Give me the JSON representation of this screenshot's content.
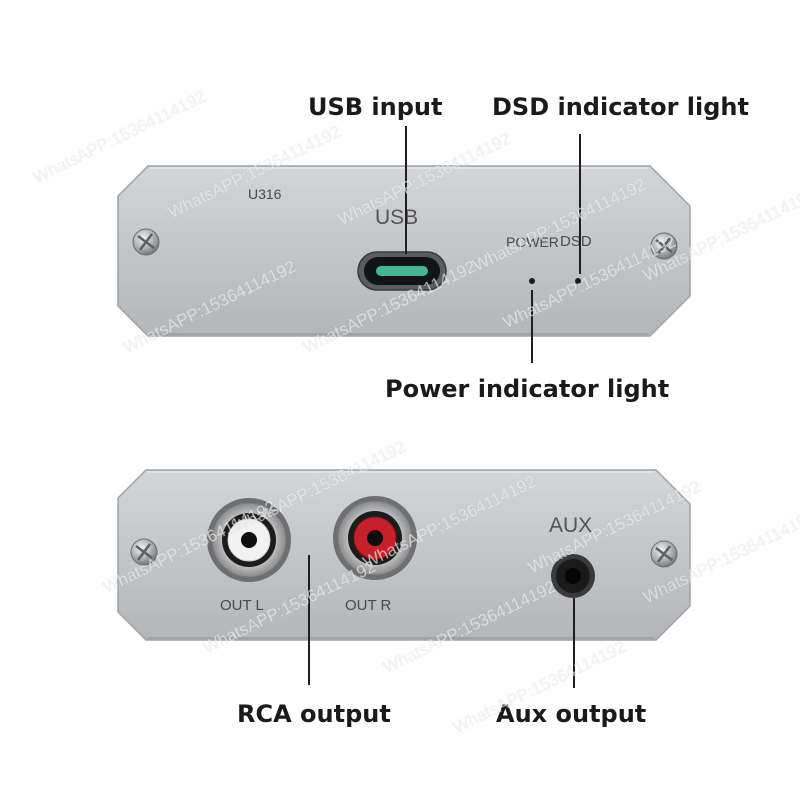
{
  "callouts": {
    "usb_input": "USB input",
    "dsd_indicator": "DSD indicator light",
    "power_indicator": "Power indicator light",
    "rca_output": "RCA output",
    "aux_output": "Aux output"
  },
  "front_panel": {
    "model": "U316",
    "usb_label": "USB",
    "power_label": "POWER",
    "dsd_label": "DSD"
  },
  "rear_panel": {
    "aux_label": "AUX",
    "out_l_label": "OUT L",
    "out_r_label": "OUT R"
  },
  "watermark": "WhatsAPP:15364114192",
  "colors": {
    "panel": "#c4c6c9",
    "rca_left_insulator": "#f2f2f2",
    "rca_right_insulator": "#c8202a",
    "usb_port_glow": "#3fb98f"
  }
}
